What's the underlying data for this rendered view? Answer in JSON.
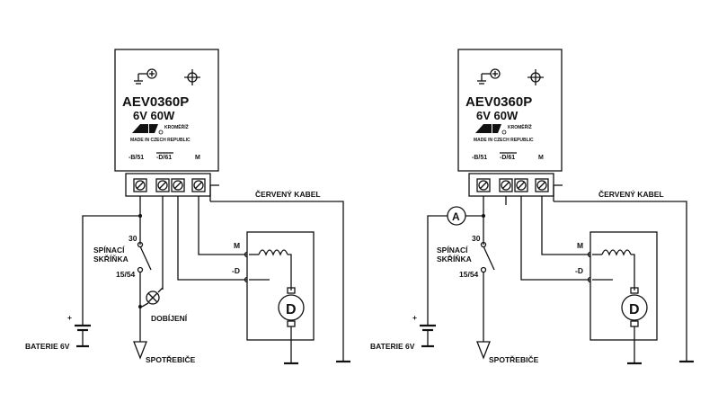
{
  "regulator": {
    "model": "AEV0360P",
    "rating": "6V 60W",
    "city": "KROMĚŘÍŽ",
    "made_in": "MADE IN CZECH REPUBLIC",
    "terminals": [
      "-B/51",
      "-D/61",
      "M"
    ]
  },
  "labels": {
    "red_cable": "ČERVENÝ KABEL",
    "switch_box": [
      "SPÍNACÍ",
      "SKŘÍŇKA"
    ],
    "switch_in": "30",
    "switch_out": "15/54",
    "battery": "BATERIE 6V",
    "battery_plus": "+",
    "charging_lamp": "DOBÍJENÍ",
    "consumers": "SPOTŘEBIČE",
    "motor_m": "M",
    "motor_d": "-D",
    "dynamo": "D",
    "ammeter": "A"
  },
  "icons": {
    "ground": "ground-plus-icon",
    "plus_minus": "cross-target-icon",
    "logo": "aev-logo-icon"
  }
}
